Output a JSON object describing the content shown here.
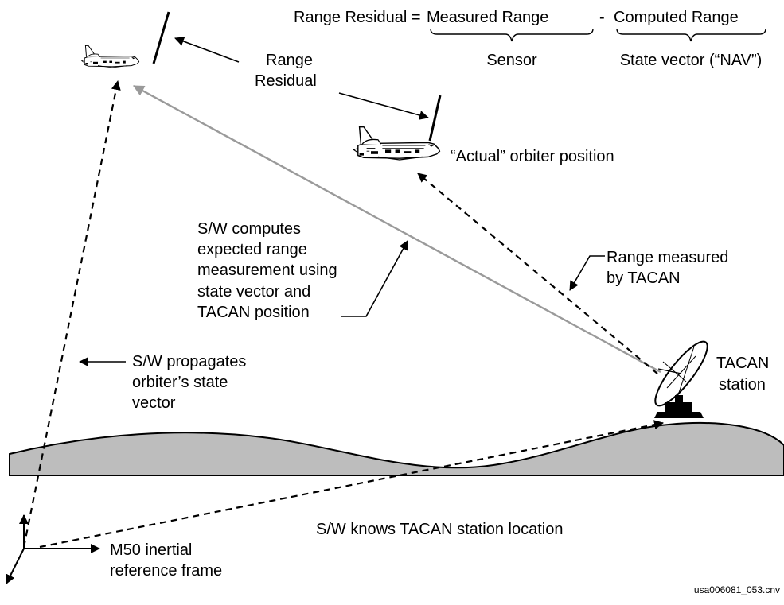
{
  "equation": {
    "term_residual": "Range Residual =",
    "term_measured": "Measured Range",
    "minus": "-",
    "term_computed": "Computed Range",
    "brace_measured_label": "Sensor",
    "brace_computed_label": "State vector (“NAV”)"
  },
  "labels": {
    "range_residual_line1": "Range",
    "range_residual_line2": "Residual",
    "actual_position": "“Actual” orbiter position",
    "computes": [
      "S/W computes",
      "expected range",
      "measurement using",
      "state vector and",
      "TACAN position"
    ],
    "range_measured": [
      "Range measured",
      "by TACAN"
    ],
    "propagates": [
      "S/W propagates",
      "orbiter’s state",
      "vector"
    ],
    "tacan_station": [
      "TACAN",
      "station"
    ],
    "knows_location": "S/W knows TACAN station location",
    "m50": [
      "M50 inertial",
      "reference frame"
    ],
    "file_id": "usa006081_053.cnv"
  },
  "colors": {
    "ground_fill": "#bdbdbd",
    "computed_line": "#9a9a9a",
    "ink": "#000000"
  },
  "icons": [
    "space-shuttle-icon",
    "satellite-dish-icon",
    "axes-icon"
  ]
}
